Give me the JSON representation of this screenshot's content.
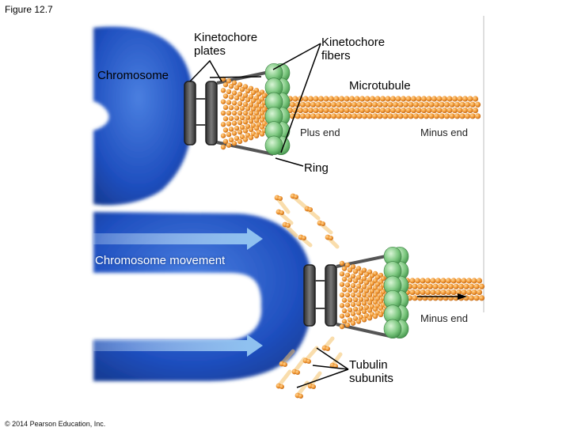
{
  "figure_label": "Figure 12.7",
  "labels": {
    "kinetochore_plates": [
      "Kinetochore",
      "plates"
    ],
    "kinetochore_fibers": [
      "Kinetochore",
      "fibers"
    ],
    "chromosome": "Chromosome",
    "microtubule": "Microtubule",
    "plus_end": "Plus end",
    "minus_end_top": "Minus end",
    "ring": "Ring",
    "chromosome_movement": "Chromosome movement",
    "minus_end_bottom": "Minus end",
    "tubulin_subunits": [
      "Tubulin",
      "subunits"
    ]
  },
  "copyright": "© 2014 Pearson Education, Inc.",
  "colors": {
    "chromosome": "#2456c4",
    "tubulin": "#e8902a",
    "ring": "#7cc77f",
    "plate": "#4a4a4a",
    "movement_arrow": "#9cc7f2"
  }
}
